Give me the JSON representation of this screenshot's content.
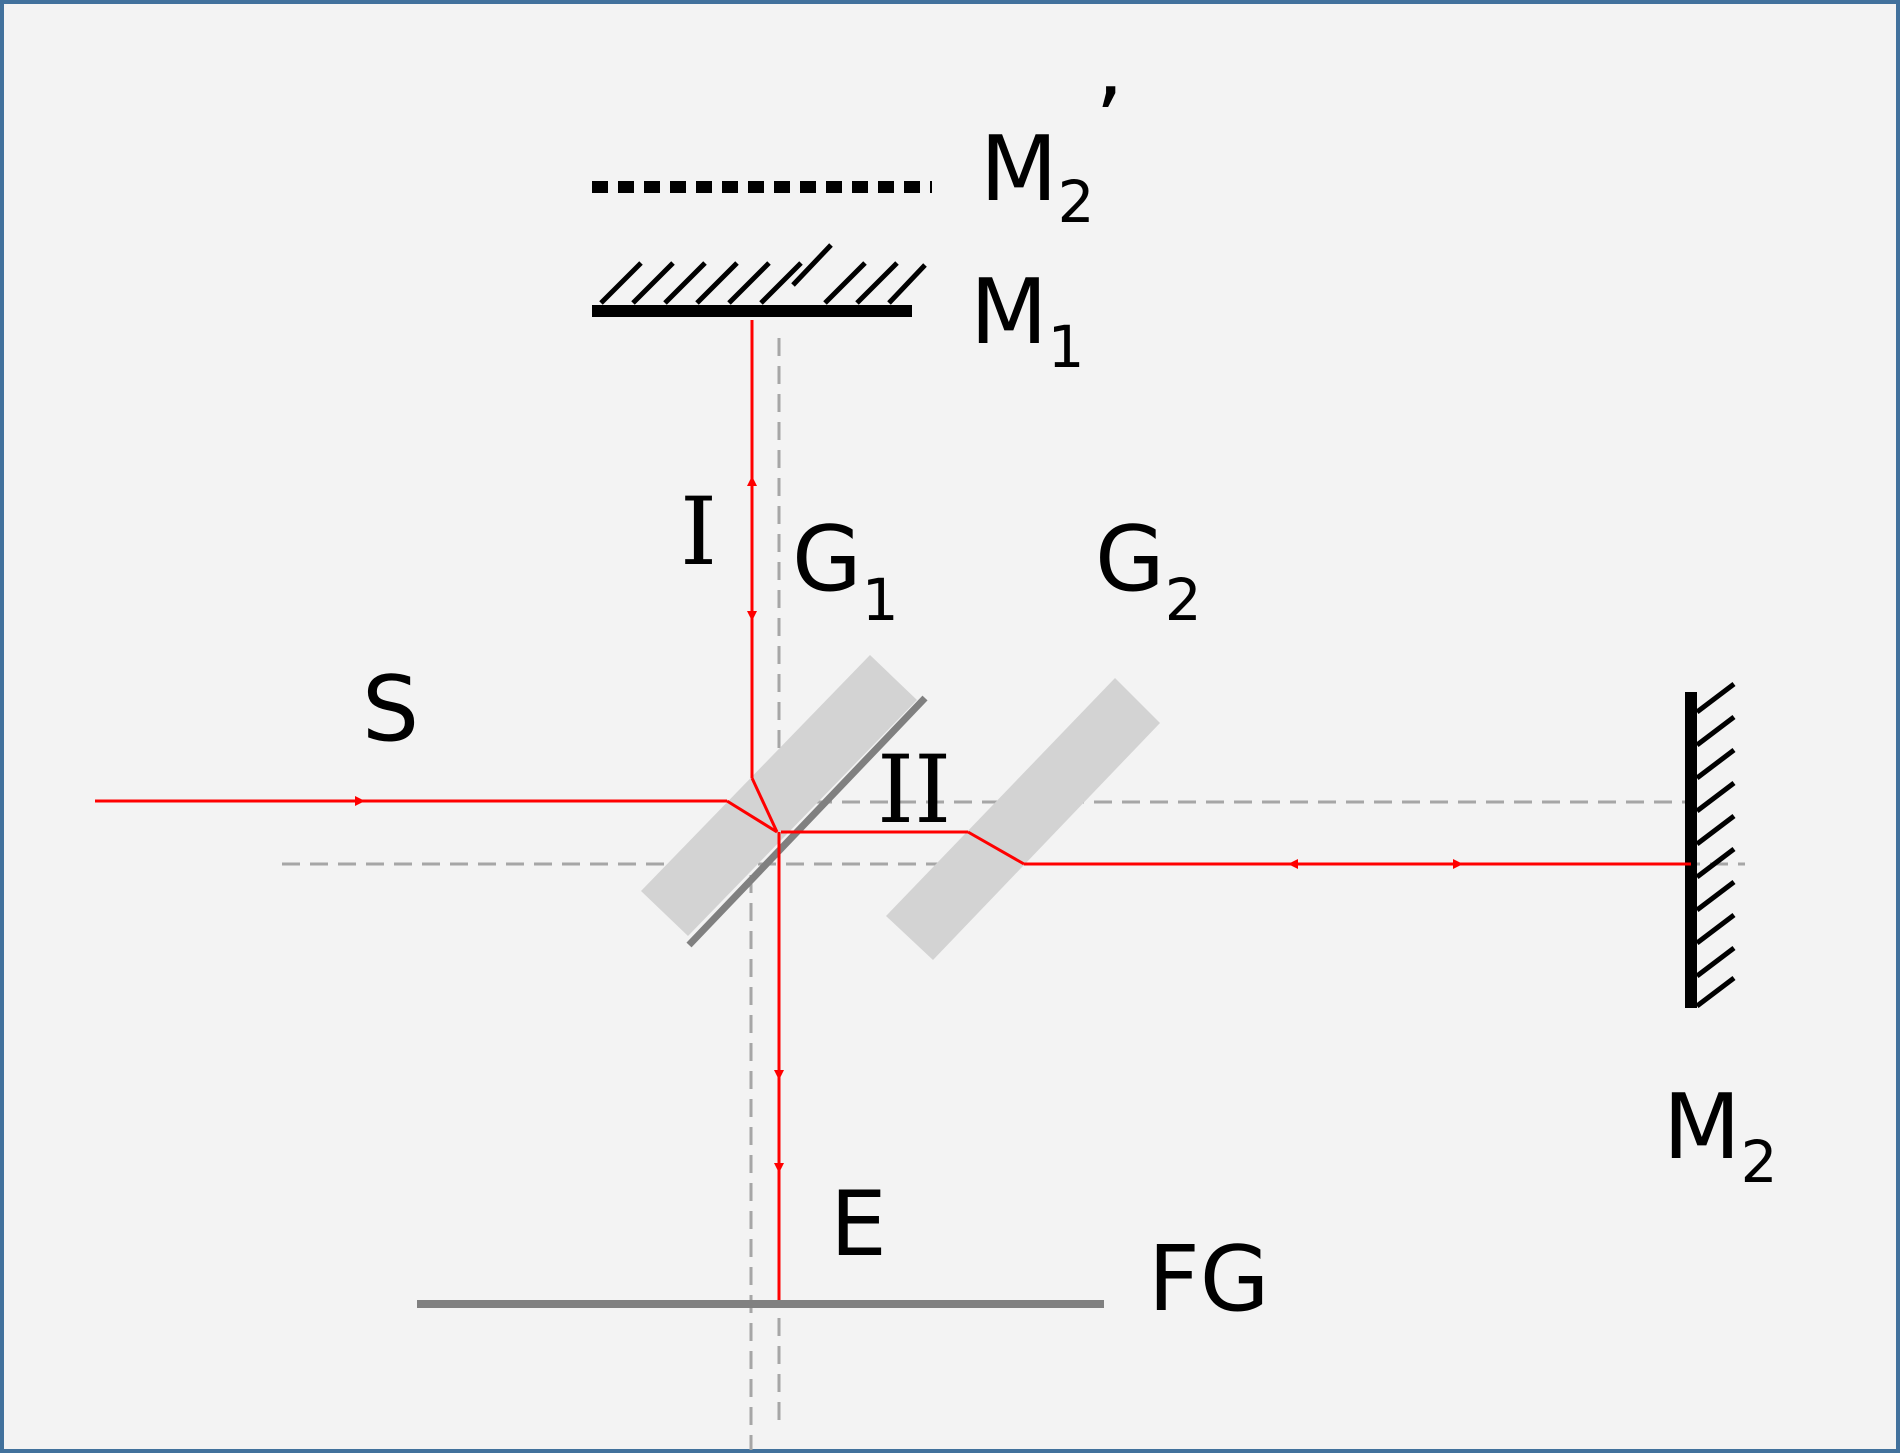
{
  "labels": {
    "m2_prime": {
      "main": "M",
      "sub": "2",
      "suffix": "’"
    },
    "m1": {
      "main": "M",
      "sub": "1"
    },
    "m2": {
      "main": "M",
      "sub": "2"
    },
    "g1": {
      "main": "G",
      "sub": "1"
    },
    "g2": {
      "main": "G",
      "sub": "2"
    },
    "source": "S",
    "beam_one": "I",
    "beam_two": "II",
    "eye": "E",
    "screen": "FG"
  },
  "colors": {
    "background": "#f3f3f3",
    "frame": "#41719c",
    "beam": "#ff0000",
    "glass": "#d3d3d3",
    "guide": "#a6a6a6",
    "mirror": "#000000",
    "screen": "#808080"
  }
}
